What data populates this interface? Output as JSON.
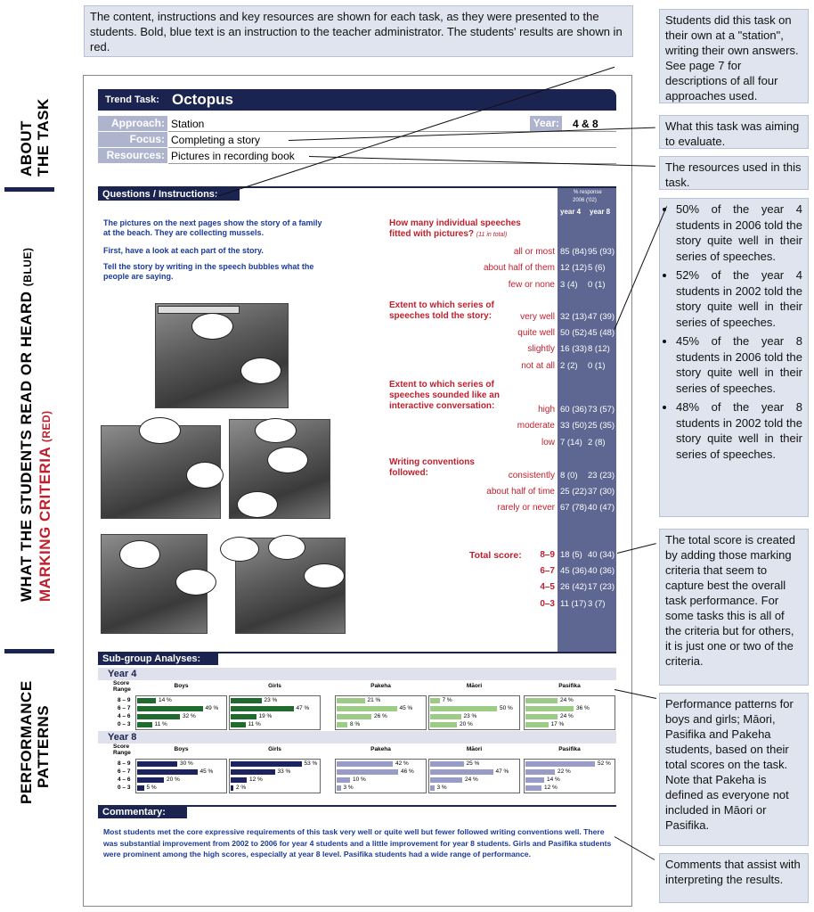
{
  "header_callout": "The content, instructions and key resources are shown for each task, as they were presented to the students. Bold, blue text is an instruction to the teacher administrator. The students' results are shown in red.",
  "side_labels": {
    "about_1": "ABOUT",
    "about_2": "THE TASK",
    "what_1": "WHAT THE STUDENTS READ OR HEARD",
    "what_1b": "(BLUE)",
    "what_2": "MARKING CRITERIA",
    "what_2b": "(RED)",
    "perf_1": "PERFORMANCE",
    "perf_2": "PATTERNS"
  },
  "right_callouts": {
    "station": "Students did this task on their own at a \"station\", writing their own answers. See page 7 for descriptions of all four approaches used.",
    "aim": "What this task was aiming to evaluate.",
    "resources": "The resources used in this task.",
    "bullets": [
      "50% of the year 4 students in 2006 told the story quite well in their series of speeches.",
      "52% of the year 4 students in 2002 told the story quite well in their series of speeches.",
      "45% of the year 8 students in 2006 told the story quite well in their series of speeches.",
      "48% of the year 8 students in 2002 told the story quite well in their series of speeches."
    ],
    "total": "The total score is created by adding those marking criteria that seem to capture best the overall task performance. For some tasks this is all of the criteria but for others, it is just one or two of the criteria.",
    "patterns": "Performance patterns for boys and girls; Māori, Pasifika and Pakeha students, based on their total scores on the task. Note that Pakeha is defined as everyone not included in Māori or Pasifika.",
    "comments": "Comments that assist with interpreting the results."
  },
  "task": {
    "label": "Trend Task:",
    "title": "Octopus",
    "approach_label": "Approach:",
    "approach": "Station",
    "year_label": "Year:",
    "year": "4 & 8",
    "focus_label": "Focus:",
    "focus": "Completing a story",
    "resources_label": "Resources:",
    "resources": "Pictures in recording book"
  },
  "questions": {
    "header": "Questions / Instructions:",
    "response_label": "% response",
    "response_years": "2006 ('02)",
    "col_y4": "year 4",
    "col_y8": "year 8",
    "instr_1": "The pictures on the next pages show the story of a family at the beach. They are collecting mussels.",
    "instr_2": "First, have a look at each part of the story.",
    "instr_3": "Tell the story by writing in the speech bubbles what the people are saying."
  },
  "criteria": [
    {
      "q": "How many individual speeches fitted with pictures?",
      "note": "(11 in total)",
      "rows": [
        {
          "label": "all or most",
          "y4": "85 (84)",
          "y8": "95 (93)"
        },
        {
          "label": "about half of them",
          "y4": "12 (12)",
          "y8": "5 (6)"
        },
        {
          "label": "few or none",
          "y4": "3 (4)",
          "y8": "0 (1)"
        }
      ]
    },
    {
      "q": "Extent to which series of speeches told the story:",
      "note": "",
      "rows": [
        {
          "label": "very well",
          "y4": "32 (13)",
          "y8": "47 (39)"
        },
        {
          "label": "quite well",
          "y4": "50 (52)",
          "y8": "45 (48)"
        },
        {
          "label": "slightly",
          "y4": "16 (33)",
          "y8": "8 (12)"
        },
        {
          "label": "not at all",
          "y4": "2 (2)",
          "y8": "0 (1)"
        }
      ]
    },
    {
      "q": "Extent to which series of speeches sounded like an interactive conversation:",
      "note": "",
      "rows": [
        {
          "label": "high",
          "y4": "60 (36)",
          "y8": "73 (57)"
        },
        {
          "label": "moderate",
          "y4": "33 (50)",
          "y8": "25 (35)"
        },
        {
          "label": "low",
          "y4": "7 (14)",
          "y8": "2 (8)"
        }
      ]
    },
    {
      "q": "Writing conventions followed:",
      "note": "",
      "rows": [
        {
          "label": "consistently",
          "y4": "8 (0)",
          "y8": "23 (23)"
        },
        {
          "label": "about half of time",
          "y4": "25 (22)",
          "y8": "37 (30)"
        },
        {
          "label": "rarely or never",
          "y4": "67 (78)",
          "y8": "40 (47)"
        }
      ]
    }
  ],
  "total_score": {
    "label": "Total score:",
    "rows": [
      {
        "label": "8–9",
        "y4": "18 (5)",
        "y8": "40 (34)"
      },
      {
        "label": "6–7",
        "y4": "45 (36)",
        "y8": "40 (36)"
      },
      {
        "label": "4–5",
        "y4": "26 (42)",
        "y8": "17 (23)"
      },
      {
        "label": "0–3",
        "y4": "11 (17)",
        "y8": "3 (7)"
      }
    ]
  },
  "subgroup": {
    "header": "Sub-group Analyses:",
    "score_label_1": "Score",
    "score_label_2": "Range",
    "ranges": [
      "8 – 9",
      "6 – 7",
      "4 – 6",
      "0 – 3"
    ],
    "groups": [
      "Boys",
      "Girls",
      "Pakeha",
      "Māori",
      "Pasifika"
    ],
    "years": [
      {
        "label": "Year 4",
        "values": [
          [
            14,
            49,
            32,
            11
          ],
          [
            23,
            47,
            19,
            11
          ],
          [
            21,
            45,
            26,
            8
          ],
          [
            7,
            50,
            23,
            20
          ],
          [
            24,
            36,
            24,
            17
          ]
        ]
      },
      {
        "label": "Year 8",
        "values": [
          [
            30,
            45,
            20,
            5
          ],
          [
            53,
            33,
            12,
            2
          ],
          [
            42,
            46,
            10,
            3
          ],
          [
            25,
            47,
            24,
            3
          ],
          [
            52,
            22,
            14,
            12
          ]
        ]
      }
    ],
    "colors": {
      "y4_boys_girls": "#1f6b2e",
      "y4_ethnic": "#9ccb85",
      "y8_boys_girls": "#1b2460",
      "y8_ethnic": "#9a9cc8"
    }
  },
  "commentary": {
    "header": "Commentary:",
    "text": "Most students met the core expressive requirements of this task very well or quite well but fewer followed writing conventions well. There was substantial improvement from 2002 to 2006 for year 4 students and a little improvement for year 8 students. Girls and Pasifika students were prominent among the high scores, especially at year 8 level. Pasifika students had a wide range of performance."
  }
}
